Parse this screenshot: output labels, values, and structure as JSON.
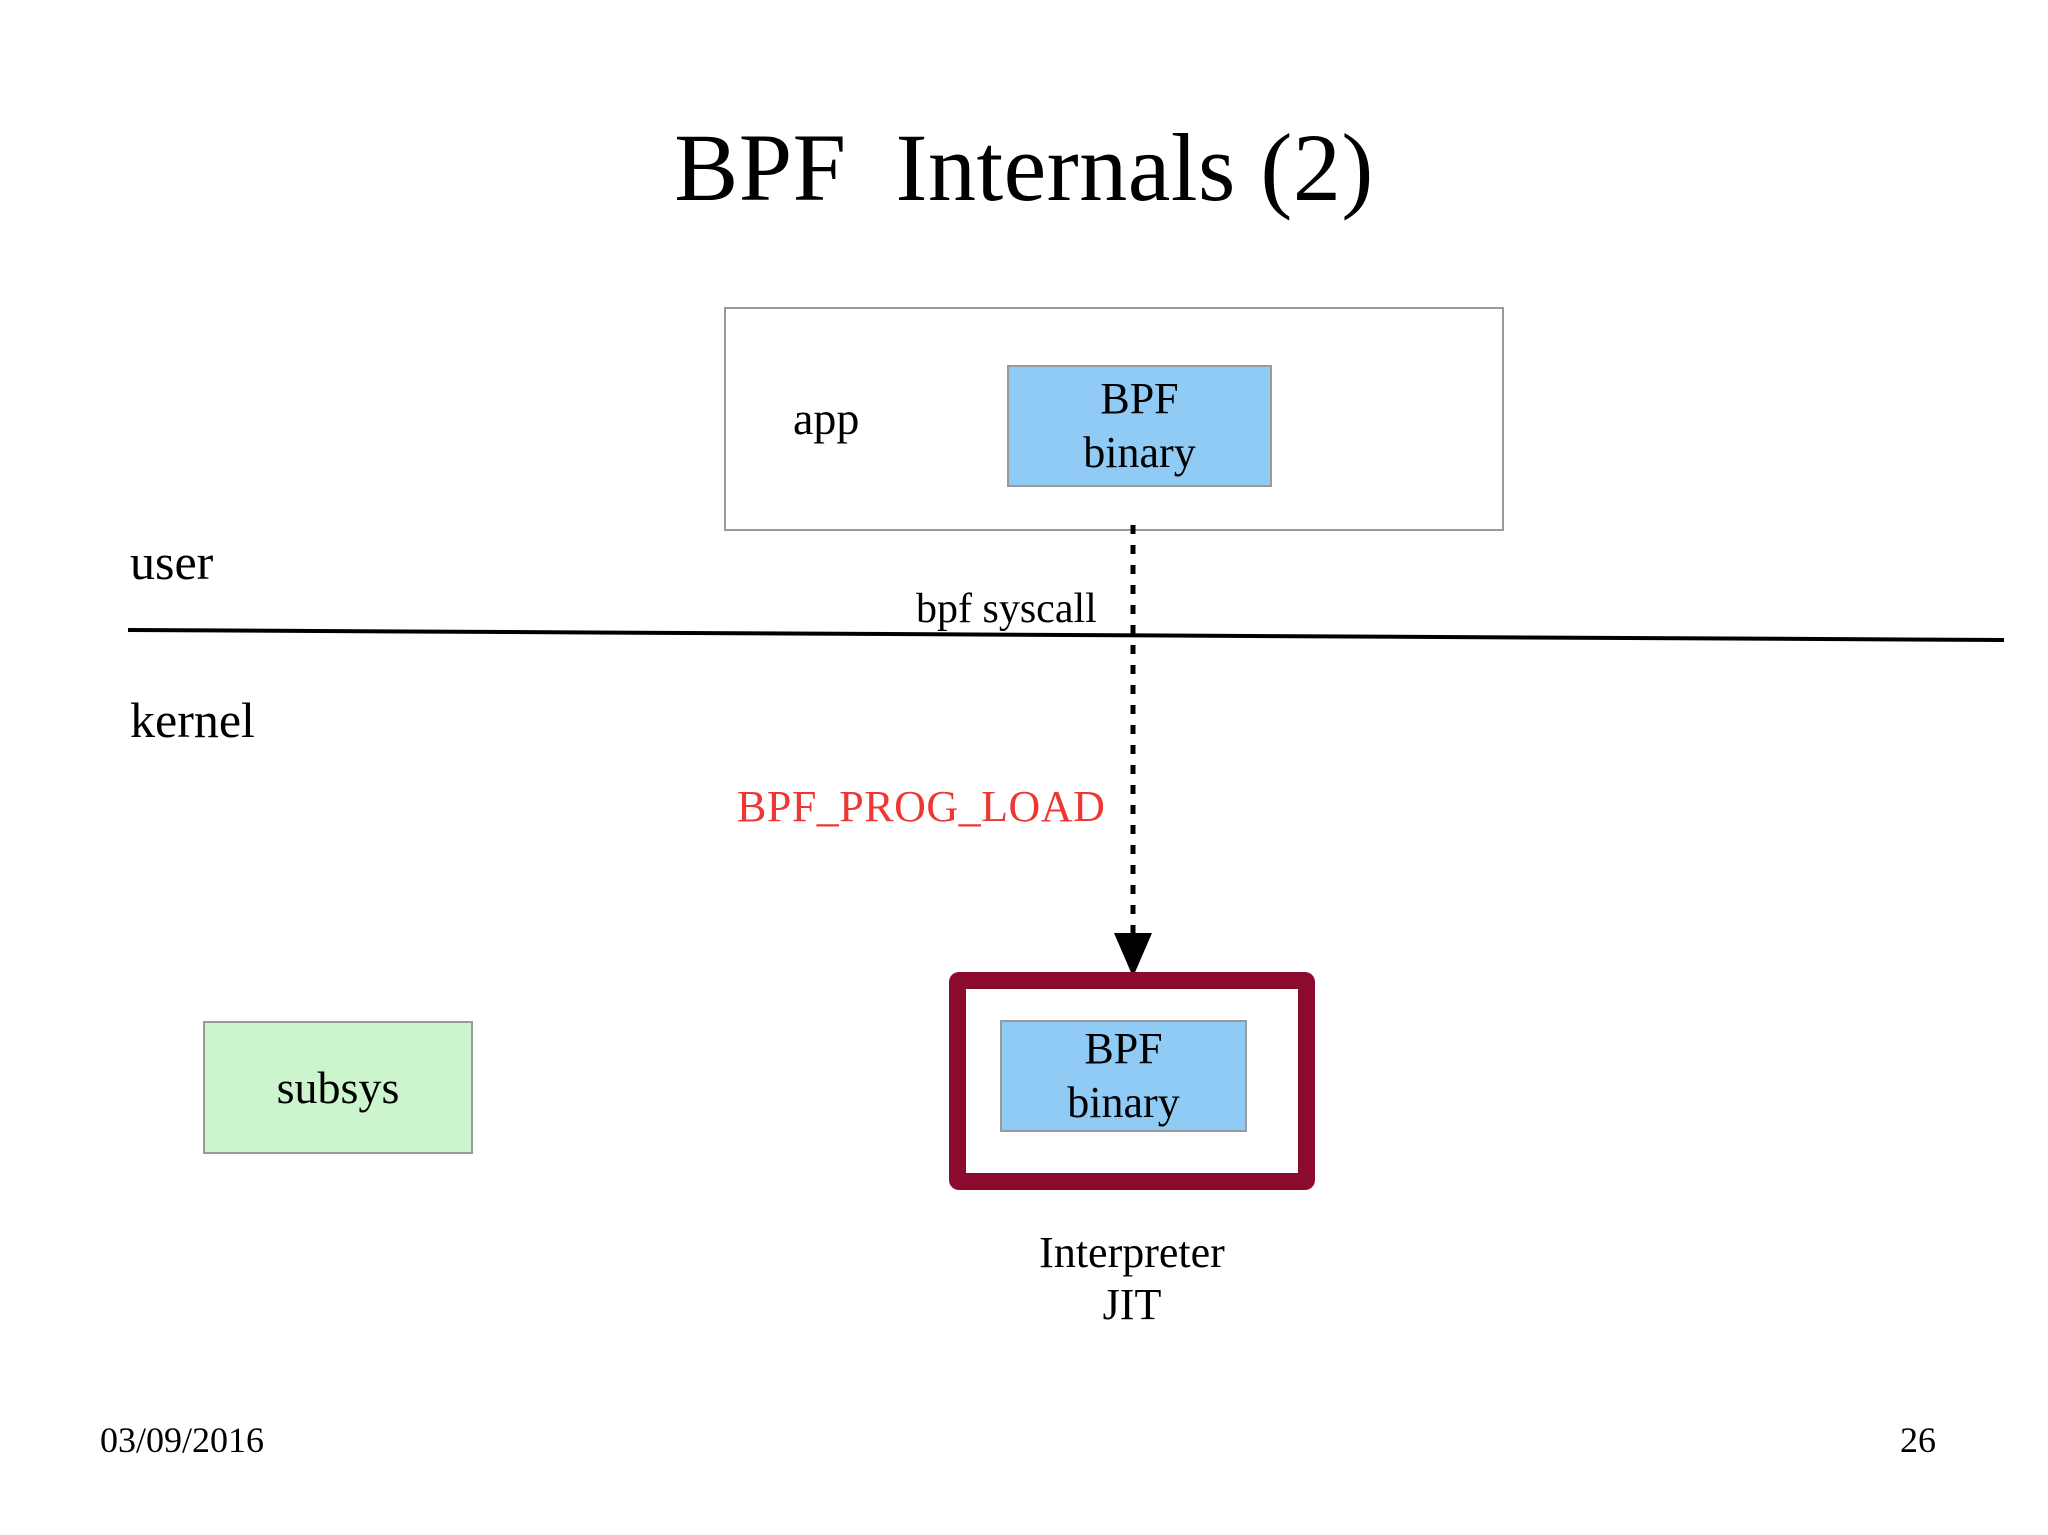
{
  "slide": {
    "title": "BPF  Internals (2)",
    "footer": {
      "date": "03/09/2016",
      "page_number": "26"
    }
  },
  "diagram": {
    "rings": {
      "user_label": "user",
      "kernel_label": "kernel"
    },
    "app_box": {
      "label": "app",
      "bpf_binary": {
        "line1": "BPF",
        "line2": "binary"
      }
    },
    "syscall": {
      "label": "bpf syscall",
      "command": "BPF_PROG_LOAD",
      "command_color": "#ED3733"
    },
    "subsys_box": {
      "label": "subsys",
      "fill_color": "#CDF5CD"
    },
    "interpreter_box": {
      "caption_line1": "Interpreter",
      "caption_line2": "JIT",
      "border_color": "#8C0A2E",
      "bpf_binary": {
        "line1": "BPF",
        "line2": "binary"
      }
    },
    "colors": {
      "bpf_binary_fill": "#8FCBF5",
      "box_stroke": "#9A9A9A",
      "boundary_line": "#000000"
    }
  }
}
